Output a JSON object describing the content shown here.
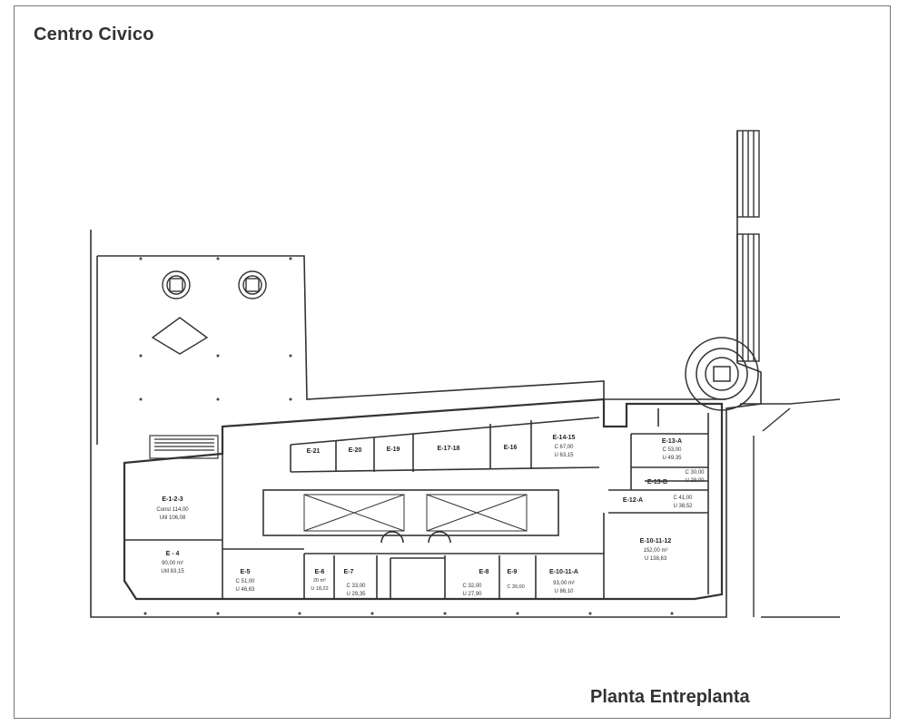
{
  "title": "Centro Civico",
  "subtitle": "Planta Entreplanta",
  "rooms": [
    {
      "id": "E-21",
      "l1": "",
      "l2": ""
    },
    {
      "id": "E-20",
      "l1": "",
      "l2": ""
    },
    {
      "id": "E-19",
      "l1": "",
      "l2": ""
    },
    {
      "id": "E-17-18",
      "l1": "",
      "l2": ""
    },
    {
      "id": "E-16",
      "l1": "",
      "l2": ""
    },
    {
      "id": "E-14-15",
      "l1": "C 67,00",
      "l2": "U 63,15"
    },
    {
      "id": "E-13-A",
      "l1": "C 53,00",
      "l2": "U 49,35"
    },
    {
      "id": "E-13-B",
      "l1": "C 30,00",
      "l2": "U 28,00"
    },
    {
      "id": "E-12-A",
      "l1": "C 41,00",
      "l2": "U 38,52"
    },
    {
      "id": "E-1-2-3",
      "l1": "Const 114,00",
      "l2": "Util 106,08"
    },
    {
      "id": "E - 4",
      "l1": "90,00 m²",
      "l2": "Util 83,15"
    },
    {
      "id": "E-5",
      "l1": "C 51,00",
      "l2": "U 46,63"
    },
    {
      "id": "E-6",
      "l1": "20 m²",
      "l2": "U 18,22"
    },
    {
      "id": "E-7",
      "l1": "C 33,00",
      "l2": "U 29,35"
    },
    {
      "id": "E-8",
      "l1": "C 32,00",
      "l2": "U 27,90"
    },
    {
      "id": "E-9",
      "l1": "C 30,00",
      "l2": ""
    },
    {
      "id": "E-10-11-A",
      "l1": "93,00 m²",
      "l2": "U 86,10"
    },
    {
      "id": "E-10-11-12",
      "l1": "152,00 m²",
      "l2": "U 138,63"
    }
  ]
}
